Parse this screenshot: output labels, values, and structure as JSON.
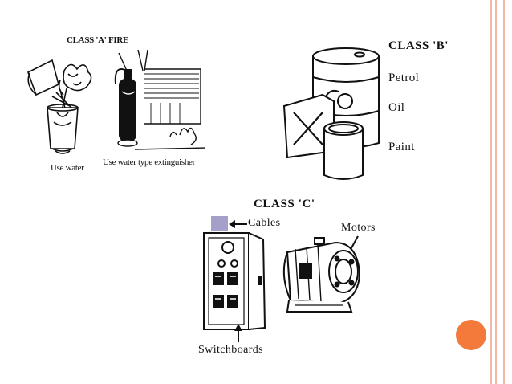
{
  "class_a": {
    "title": "CLASS 'A' FIRE",
    "caption_left": "Use water",
    "caption_right": "Use water type extinguisher"
  },
  "class_b": {
    "title": "CLASS 'B'",
    "items": [
      "Petrol",
      "Oil",
      "Paint"
    ]
  },
  "class_c": {
    "title": "CLASS 'C'",
    "cables_label": "Cables",
    "motors_label": "Motors",
    "switchboards_label": "Switchboards"
  },
  "colors": {
    "edge_lines": "#f2b8a3",
    "accent_dot": "#f47a3b",
    "marker_square": "#a5a0c9"
  }
}
